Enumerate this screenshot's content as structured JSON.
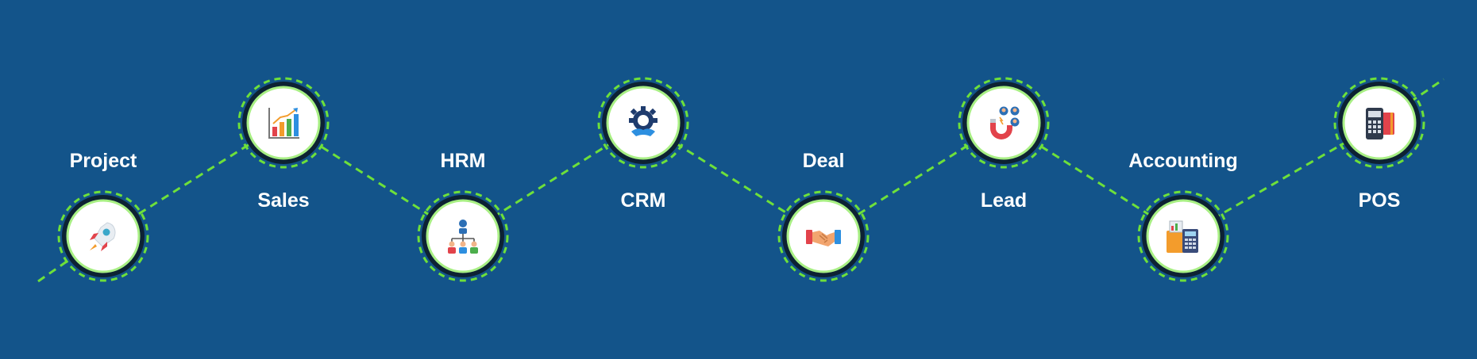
{
  "colors": {
    "background": "#13548a",
    "dash": "#6ee03a",
    "ring_dark": "#0d2233",
    "ring_inner": "#a8ef84",
    "fill": "#ffffff",
    "label": "#ffffff"
  },
  "steps": [
    {
      "label": "Project",
      "icon": "rocket-icon"
    },
    {
      "label": "Sales",
      "icon": "growth-chart-icon"
    },
    {
      "label": "HRM",
      "icon": "org-chart-icon"
    },
    {
      "label": "CRM",
      "icon": "gear-handshake-icon"
    },
    {
      "label": "Deal",
      "icon": "handshake-icon"
    },
    {
      "label": "Lead",
      "icon": "magnet-people-icon"
    },
    {
      "label": "Accounting",
      "icon": "calculator-folder-icon"
    },
    {
      "label": "POS",
      "icon": "card-terminal-icon"
    }
  ]
}
